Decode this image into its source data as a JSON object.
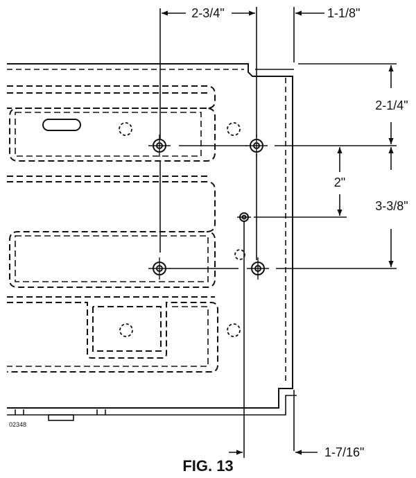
{
  "figure": {
    "caption": "FIG. 13",
    "part_number": "02348",
    "dimensions": {
      "top_spacing": "2-3/4\"",
      "right_offset": "1-1/8\"",
      "upper_vertical": "2-1/4\"",
      "inner_vertical": "2\"",
      "lower_vertical": "3-3/8\"",
      "bottom_offset": "1-7/16\""
    }
  }
}
